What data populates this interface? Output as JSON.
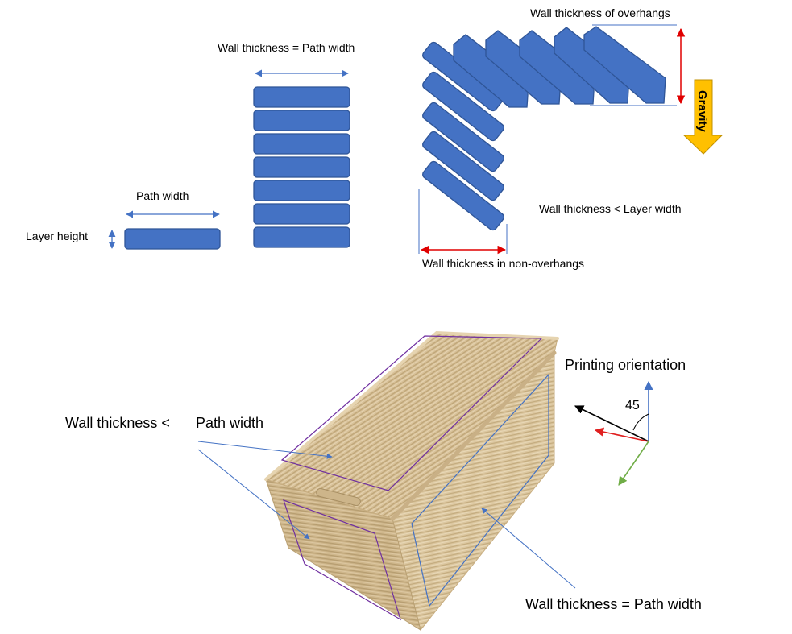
{
  "colors": {
    "path_fill": "#4472c4",
    "path_stroke": "#2f5597",
    "dimension_arrow": "#4472c4",
    "overhang_arrow": "#e00000",
    "gravity_arrow": "#ffc000",
    "print_body": "#d6bf95",
    "face_outline_purple": "#7030a0",
    "face_outline_blue": "#4472c4",
    "axis_black": "#000000",
    "axis_red": "#e02020",
    "axis_green": "#70ad47",
    "axis_blue": "#4472c4"
  },
  "top_diagram": {
    "single_path": {
      "path_width_label": "Path width",
      "layer_height_label": "Layer height"
    },
    "stacked_wall": {
      "label": "Wall thickness = Path width",
      "layer_count": 7
    },
    "overhang": {
      "overhang_label": "Wall thickness of overhangs",
      "gravity_label": "Gravity",
      "comparison_label": "Wall thickness < Layer width",
      "non_overhang_label": "Wall thickness in non-overhangs"
    }
  },
  "bottom_diagram": {
    "left_label_part1": "Wall thickness <",
    "left_label_part2": "Path width",
    "right_label": "Wall thickness = Path width",
    "orientation_title": "Printing orientation",
    "angle_label": "45"
  }
}
